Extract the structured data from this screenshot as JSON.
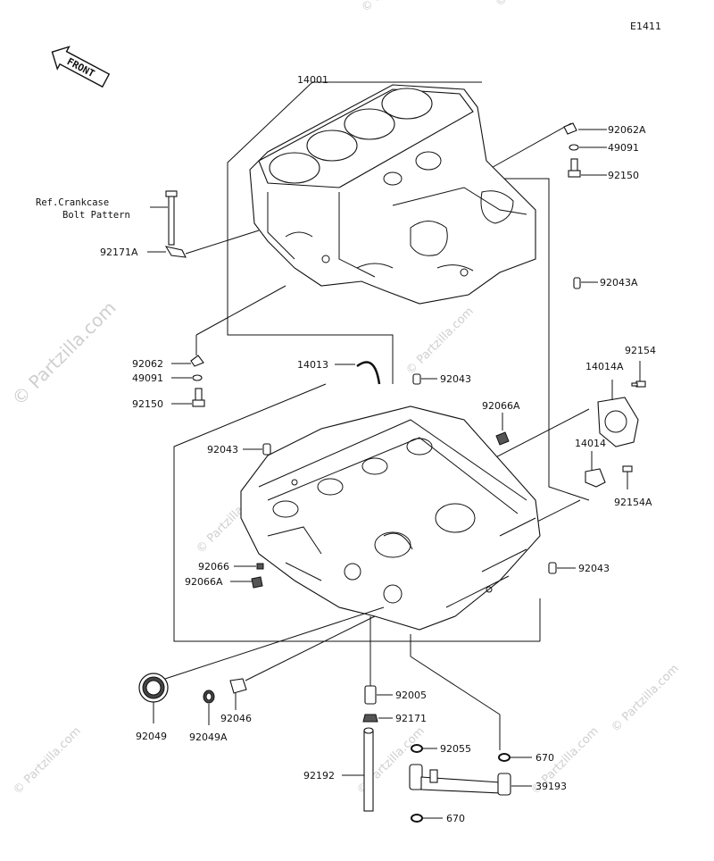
{
  "diagram_code": "E1411",
  "front_label": "FRONT",
  "watermarks": {
    "side": "© Partzilla.com",
    "tile": "© Partzilla.com"
  },
  "ref_note": {
    "line1": "Ref.Crankcase",
    "line2": "Bolt Pattern"
  },
  "labels": {
    "p14001": "14001",
    "p92062A": "92062A",
    "p49091_top": "49091",
    "p92150_top": "92150",
    "p92171A": "92171A",
    "p92043A": "92043A",
    "p92062": "92062",
    "p49091_left": "49091",
    "p92150_left": "92150",
    "p14013": "14013",
    "p92043_a": "92043",
    "p92154": "92154",
    "p14014A": "14014A",
    "p92066A_top": "92066A",
    "p92043_b": "92043",
    "p14014": "14014",
    "p92154A": "92154A",
    "p92066": "92066",
    "p92066A": "92066A",
    "p92043_c": "92043",
    "p92049": "92049",
    "p92049A": "92049A",
    "p92046": "92046",
    "p92005": "92005",
    "p92171": "92171",
    "p92055": "92055",
    "p670_top": "670",
    "p92192": "92192",
    "p39193": "39193",
    "p670_bottom": "670"
  }
}
